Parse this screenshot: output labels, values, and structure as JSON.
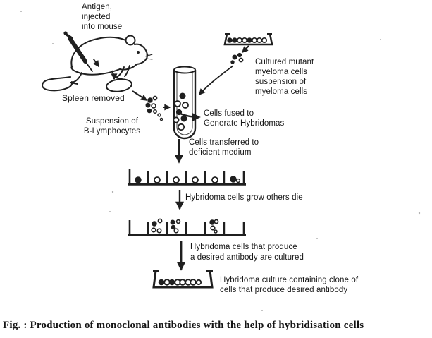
{
  "page": {
    "background_color": "#ffffff",
    "ink_color": "#1f1f1f"
  },
  "diagram": {
    "labels": {
      "antigen_injected": "Antigen,\ninjected\ninto mouse",
      "spleen_removed": "Spleen removed",
      "suspension_b_lymphocytes": "Suspension of\nB-Lymphocytes",
      "cultured_mutant_myeloma": "Cultured mutant\nmyeloma cells\nsuspension of\nmyeloma cells",
      "cells_fused": "Cells fused to\nGenerate Hybridomas",
      "cells_transferred": "Cells transferred to\ndeficient medium",
      "hybridoma_grow": "Hybridoma cells grow others die",
      "hybridoma_produce": "Hybridoma cells that produce\na desired antibody are cultured",
      "hybridoma_culture": "Hybridoma culture containing clone of\ncells that produce desired antibody"
    }
  },
  "caption": "Fig. : Production of monoclonal antibodies with the help of hybridisation cells"
}
